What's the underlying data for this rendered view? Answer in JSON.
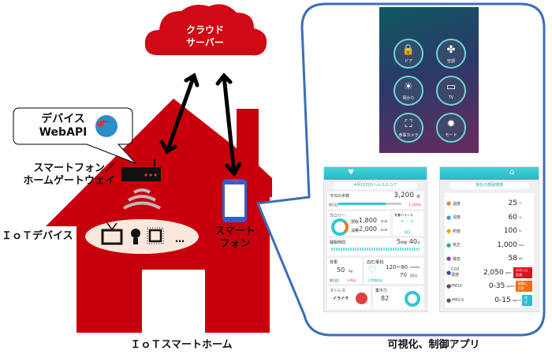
{
  "cloud": {
    "line1": "クラウド",
    "line2": "サーバー"
  },
  "callout": {
    "line1": "デバイス",
    "line2": "WebAPI"
  },
  "labels": {
    "gateway_line1": "スマートフォン／",
    "gateway_line2": "ホームゲートウェイ",
    "iot_devices": "ＩｏＴデバイス",
    "smartphone_line1": "スマート",
    "smartphone_line2": "フォン",
    "ellipsis": "…",
    "house_caption": "ＩｏＴスマートホーム",
    "app_caption": "可視化、制御アプリ"
  },
  "remote": {
    "buttons": [
      "ドア",
      "空調",
      "明かり",
      "TV",
      "食事カメラ",
      "モード"
    ]
  },
  "health": {
    "title": "4月15日のヘルススコア",
    "steps": {
      "label": "今日の歩数",
      "value": "3,200",
      "unit": "歩",
      "sub": "前日比",
      "diff": "-1,200歩"
    },
    "calorie": {
      "label": "カロリー",
      "intake_label": "摂取",
      "intake": "1,800",
      "burn_label": "消費",
      "burn": "2,000",
      "unit": "kcal"
    },
    "nutrition": {
      "label": "栄養バランス",
      "status": "適正"
    },
    "sleep": {
      "label": "睡眠時間",
      "hours": "5",
      "h_unit": "時間",
      "minutes": "40",
      "m_unit": "分"
    },
    "weight": {
      "label": "体重",
      "value": "50",
      "unit": "kg",
      "sub": "前日比",
      "diff": "+0kg"
    },
    "bp": {
      "label": "血圧/脈拍",
      "value": "120~80",
      "unit": "mmHg",
      "pulse": "70",
      "pulse_unit": "回/分",
      "status": "正常域血圧"
    },
    "stress": {
      "label": "ストレス",
      "value": "イライラ"
    },
    "focus": {
      "label": "集中力",
      "value": "82"
    }
  },
  "room": {
    "title": "現在の部屋環境",
    "rows": [
      {
        "label": "温度",
        "value": "25",
        "unit": "℃",
        "icon": "thermometer-icon",
        "color": "#f08030"
      },
      {
        "label": "湿度",
        "value": "60",
        "unit": "%",
        "icon": "droplet-icon",
        "color": "#3a9ee0"
      },
      {
        "label": "照度",
        "value": "100",
        "unit": "lx",
        "icon": "sun-icon",
        "color": "#f5a000"
      },
      {
        "label": "気圧",
        "value": "1,000",
        "unit": "hpa",
        "icon": "gauge-icon",
        "color": "#2bb060"
      },
      {
        "label": "騒音",
        "value": "58",
        "unit": "dB",
        "icon": "speaker-icon",
        "color": "#8040c0"
      },
      {
        "label": "CO2濃度",
        "value": "2,050",
        "unit": "ppm",
        "icon": "co2-icon",
        "color": "#3050a0",
        "tag": "おおいに危険",
        "tag_color": "#e01020"
      },
      {
        "label": "PM10",
        "value": "0-35",
        "unit": "μg/m3",
        "icon": "pm-icon",
        "color": "#555",
        "tag": "健康に注意",
        "tag_color": "#f07010"
      },
      {
        "label": "PM2.5",
        "value": "0-15",
        "unit": "μg/m3",
        "icon": "pm-icon",
        "color": "#555",
        "tag": "良好",
        "tag_color": "#20c0d8"
      }
    ]
  }
}
